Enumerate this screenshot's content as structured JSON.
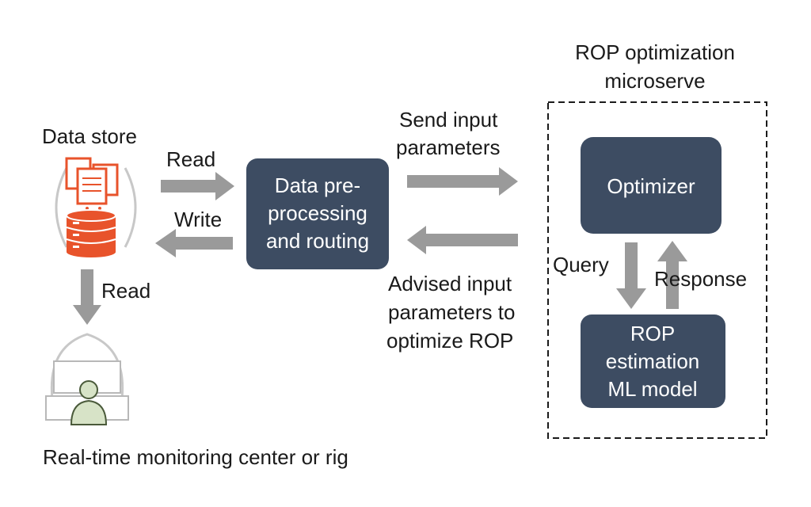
{
  "colors": {
    "box_fill": "#3d4c62",
    "box_text": "#ffffff",
    "arrow": "#9a9a9a",
    "accent_orange": "#e8532b",
    "text": "#1a1a1a",
    "person_fill": "#d7e3c7"
  },
  "icons": {
    "data_store": "database-with-documents-icon",
    "monitoring": "person-at-monitor-icon"
  },
  "data_store": {
    "label": "Data store"
  },
  "monitoring": {
    "label": "Real-time monitoring center or rig"
  },
  "arrows": {
    "read_top": "Read",
    "write": "Write",
    "read_down": "Read",
    "send": [
      "Send input",
      "parameters"
    ],
    "advised": [
      "Advised input",
      "parameters to",
      "optimize ROP"
    ],
    "query": "Query",
    "response": "Response"
  },
  "preprocessing_box": {
    "lines": [
      "Data pre-",
      "processing",
      "and routing"
    ]
  },
  "microservice": {
    "title_lines": [
      "ROP optimization",
      "microserve"
    ],
    "optimizer": "Optimizer",
    "model_lines": [
      "ROP",
      "estimation",
      "ML model"
    ]
  }
}
